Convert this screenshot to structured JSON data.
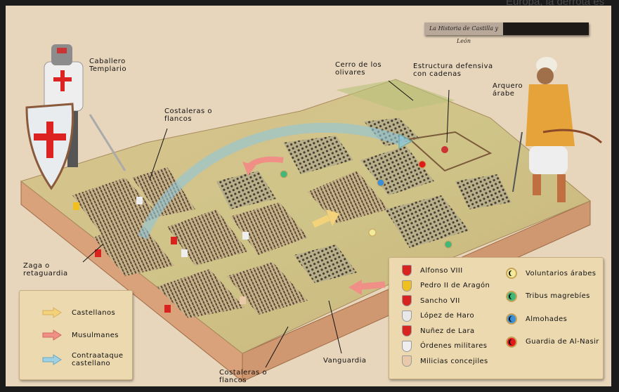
{
  "background_text": "Europa, la derrota es",
  "banner": {
    "title": "La Historia de Castilla y León"
  },
  "labels": {
    "templar": "Caballero\nTemplario",
    "flanks_top": "Costaleras o\nflancos",
    "hill": "Cerro de los\nolivares",
    "defense": "Estructura defensiva\ncon cadenas",
    "archer": "Arquero\nárabe",
    "rear": "Zaga o\nretaguardia",
    "vanguard": "Vanguardia",
    "flanks_bottom": "Costaleras o\nflancos"
  },
  "arrow_legend": [
    {
      "label": "Castellanos",
      "color": "#f3d27a"
    },
    {
      "label": "Musulmanes",
      "color": "#ef8f86"
    },
    {
      "label": "Contraataque\ncastellano",
      "color": "#9fd0e3"
    }
  ],
  "christian_legend": [
    {
      "label": "Alfonso VIII",
      "icon": "castle-shield-icon",
      "color": "#d9231f"
    },
    {
      "label": "Pedro II de Aragón",
      "icon": "aragon-shield-icon",
      "color": "#f0c020"
    },
    {
      "label": "Sancho VII",
      "icon": "eagle-shield-icon",
      "color": "#d9231f"
    },
    {
      "label": "López de Haro",
      "icon": "wolves-shield-icon",
      "color": "#e8e8e8"
    },
    {
      "label": "Nuñez de Lara",
      "icon": "cauldron-shield-icon",
      "color": "#d9231f"
    },
    {
      "label": "Órdenes militares",
      "icon": "cross-shield-icon",
      "color": "#eeeeee"
    },
    {
      "label": "Milicias concejiles",
      "icon": "militia-shield-icon",
      "color": "#e9c9a8"
    }
  ],
  "muslim_legend": [
    {
      "label": "Voluntarios árabes",
      "icon": "crescent-icon",
      "color": "#f2ec9a"
    },
    {
      "label": "Tribus magrebíes",
      "icon": "crescent-icon",
      "color": "#3fb878"
    },
    {
      "label": "Almohades",
      "icon": "crescent-icon",
      "color": "#3a8fd8"
    },
    {
      "label": "Guardia de Al-Nasir",
      "icon": "crescent-icon",
      "color": "#e0191b"
    }
  ]
}
